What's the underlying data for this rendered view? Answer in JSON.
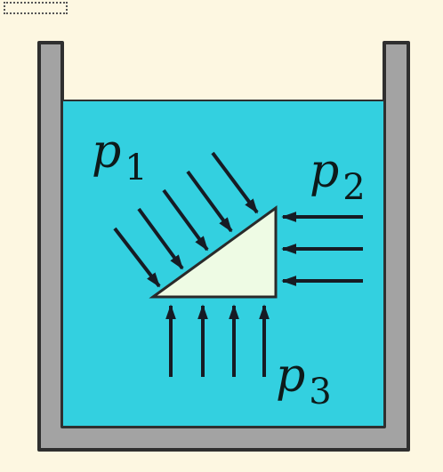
{
  "labels": {
    "p1": {
      "base": "p",
      "sub": "1"
    },
    "p2": {
      "base": "p",
      "sub": "2"
    },
    "p3": {
      "base": "p",
      "sub": "3"
    }
  },
  "colors": {
    "background": "#fdf7e1",
    "water": "#33d0e0",
    "container_fill": "#a3a3a3",
    "container_stroke": "#2f2f2f",
    "prism_fill": "#eefbe4",
    "prism_stroke": "#2a2a2a",
    "arrow": "#161b24"
  },
  "icons": {
    "container": "container-icon",
    "prism": "triangular-prism-icon"
  }
}
